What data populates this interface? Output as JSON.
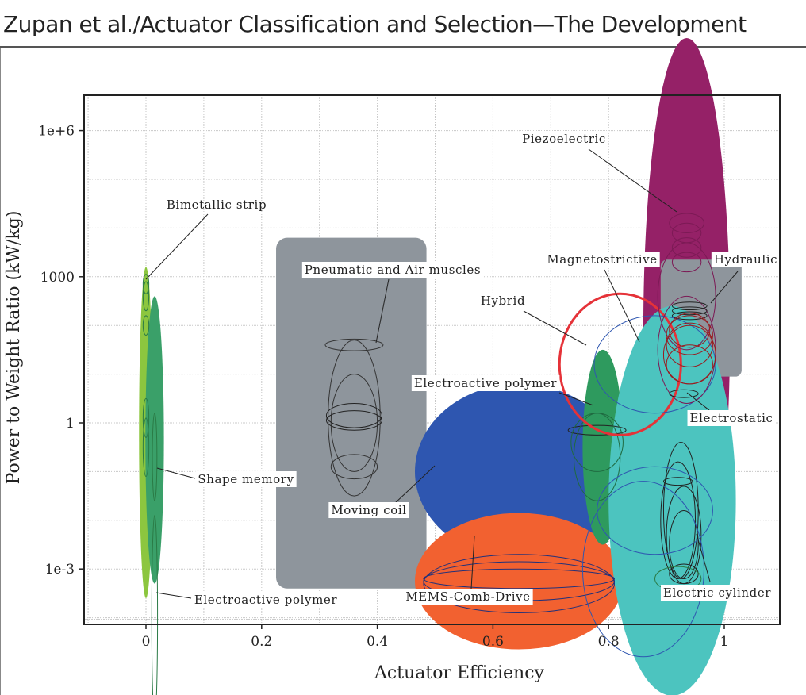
{
  "header": {
    "title": "Zupan et al./Actuator Classification and Selection—The Development"
  },
  "chart_data": {
    "type": "scatter",
    "title": "",
    "xlabel": "Actuator Efficiency",
    "ylabel": "Power to Weight Ratio (kW/kg)",
    "xlim": [
      -0.1,
      1.1
    ],
    "ylim_log10": [
      -4.1,
      5.7
    ],
    "yscale": "log",
    "grid": true,
    "x_ticks": [
      {
        "value": 0,
        "label": "0"
      },
      {
        "value": 0.2,
        "label": "0.2"
      },
      {
        "value": 0.4,
        "label": "0.4"
      },
      {
        "value": 0.6,
        "label": "0.6"
      },
      {
        "value": 0.8,
        "label": "0.8"
      },
      {
        "value": 1,
        "label": "1"
      }
    ],
    "y_ticks": [
      {
        "log10": -3,
        "label": "1e-3"
      },
      {
        "log10": 0,
        "label": "1"
      },
      {
        "log10": 3,
        "label": "1000"
      },
      {
        "log10": 6,
        "label": "1e+6"
      }
    ],
    "regions": [
      {
        "id": "bimetallic-region",
        "label_ref": "bimetallic",
        "shape": "ellipse",
        "cx": 0.0,
        "cy": -0.2,
        "rx": 0.012,
        "ry": 3.4,
        "fill": "#8cc63f"
      },
      {
        "id": "shape-memory-region",
        "label_ref": "shape_memory",
        "shape": "ellipse",
        "cx": 0.015,
        "cy": -0.35,
        "rx": 0.016,
        "ry": 2.95,
        "fill": "#3aa069"
      },
      {
        "id": "pneumatic-region",
        "label_ref": "pneumatic",
        "shape": "rect",
        "cx": 0.355,
        "cy": 0.2,
        "rx": 0.13,
        "ry": 3.6,
        "fill": "#8e959c",
        "radius": 14
      },
      {
        "id": "moving-coil-region",
        "label_ref": "moving_coil",
        "shape": "ellipse",
        "cx": 0.645,
        "cy": -1.0,
        "rx": 0.18,
        "ry": 1.8,
        "fill": "#2e56b0"
      },
      {
        "id": "mems-region",
        "label_ref": "mems",
        "shape": "ellipse",
        "cx": 0.645,
        "cy": -3.25,
        "rx": 0.18,
        "ry": 1.4,
        "fill": "#f26130"
      },
      {
        "id": "electroactive-polymer-region",
        "label_ref": "eap_mid",
        "shape": "ellipse",
        "cx": 0.79,
        "cy": -0.5,
        "rx": 0.035,
        "ry": 2.0,
        "fill": "#2e9a5e"
      },
      {
        "id": "piezoelectric-region",
        "label_ref": "piezoelectric",
        "shape": "ellipse",
        "cx": 0.935,
        "cy": 1.9,
        "rx": 0.075,
        "ry": 6.0,
        "fill": "#952167"
      },
      {
        "id": "hydraulic-region",
        "label_ref": "hydraulic",
        "shape": "rect",
        "cx": 0.96,
        "cy": 2.15,
        "rx": 0.07,
        "ry": 1.2,
        "fill": "#8e959c",
        "radius": 8
      },
      {
        "id": "electrostatic-region",
        "label_ref": "electrostatic",
        "shape": "ellipse",
        "cx": 0.91,
        "cy": -1.6,
        "rx": 0.11,
        "ry": 4.0,
        "fill": "#4cc4bf"
      }
    ],
    "outlines": [
      {
        "cx": 0.0,
        "cy": 2.85,
        "rx": 0.005,
        "ry": 0.2,
        "color": "#2a7a45"
      },
      {
        "cx": 0.0,
        "cy": 2.6,
        "rx": 0.005,
        "ry": 0.3,
        "color": "#2a7a45"
      },
      {
        "cx": 0.0,
        "cy": 2.0,
        "rx": 0.005,
        "ry": 0.2,
        "color": "#2a7a45"
      },
      {
        "cx": 0.0,
        "cy": 0.1,
        "rx": 0.005,
        "ry": 0.4,
        "color": "#2a7a45"
      },
      {
        "cx": 0.0,
        "cy": -0.5,
        "rx": 0.005,
        "ry": 0.6,
        "color": "#2a7a45"
      },
      {
        "cx": 0.015,
        "cy": -4.0,
        "rx": 0.005,
        "ry": 2.1,
        "color": "#2a7a45"
      },
      {
        "cx": 0.015,
        "cy": -0.7,
        "rx": 0.004,
        "ry": 0.9,
        "color": "#2a7a45"
      },
      {
        "cx": 0.36,
        "cy": 1.6,
        "rx": 0.05,
        "ry": 0.12,
        "color": "#333"
      },
      {
        "cx": 0.36,
        "cy": 0.1,
        "rx": 0.045,
        "ry": 1.6,
        "color": "#333"
      },
      {
        "cx": 0.36,
        "cy": 0.0,
        "rx": 0.04,
        "ry": 1.0,
        "color": "#333"
      },
      {
        "cx": 0.36,
        "cy": 0.05,
        "rx": 0.048,
        "ry": 0.2,
        "color": "#222"
      },
      {
        "cx": 0.36,
        "cy": 0.15,
        "rx": 0.048,
        "ry": 0.25,
        "color": "#222"
      },
      {
        "cx": 0.36,
        "cy": -0.9,
        "rx": 0.04,
        "ry": 0.25,
        "color": "#333"
      },
      {
        "cx": 0.645,
        "cy": -3.25,
        "rx": 0.165,
        "ry": 0.4,
        "color": "#22317a"
      },
      {
        "cx": 0.645,
        "cy": -3.3,
        "rx": 0.165,
        "ry": 0.6,
        "color": "#22317a"
      },
      {
        "cx": 0.645,
        "cy": -3.2,
        "rx": 0.165,
        "ry": 0.2,
        "color": "#22317a"
      },
      {
        "cx": 0.78,
        "cy": -0.15,
        "rx": 0.05,
        "ry": 0.1,
        "color": "#222"
      },
      {
        "cx": 0.78,
        "cy": -0.7,
        "rx": 0.04,
        "ry": 0.9,
        "color": "#1f6a40"
      },
      {
        "cx": 0.78,
        "cy": -0.4,
        "rx": 0.045,
        "ry": 0.6,
        "color": "#1f6a40"
      },
      {
        "cx": 0.82,
        "cy": 1.2,
        "rx": 0.105,
        "ry": 1.45,
        "color": "#e53238",
        "width": 3
      },
      {
        "cx": 0.88,
        "cy": 1.2,
        "rx": 0.105,
        "ry": 1.0,
        "color": "#2e56b0"
      },
      {
        "cx": 0.935,
        "cy": 4.1,
        "rx": 0.03,
        "ry": 0.2,
        "color": "#7c1a55"
      },
      {
        "cx": 0.935,
        "cy": 3.9,
        "rx": 0.025,
        "ry": 0.2,
        "color": "#7c1a55"
      },
      {
        "cx": 0.935,
        "cy": 3.6,
        "rx": 0.025,
        "ry": 0.2,
        "color": "#7c1a55"
      },
      {
        "cx": 0.935,
        "cy": 3.3,
        "rx": 0.025,
        "ry": 0.2,
        "color": "#7c1a55"
      },
      {
        "cx": 0.935,
        "cy": 2.6,
        "rx": 0.05,
        "ry": 1.1,
        "color": "#7c1a55"
      },
      {
        "cx": 0.935,
        "cy": 1.5,
        "rx": 0.05,
        "ry": 1.1,
        "color": "#7c1a55"
      },
      {
        "cx": 0.94,
        "cy": 2.4,
        "rx": 0.03,
        "ry": 0.08,
        "color": "#222"
      },
      {
        "cx": 0.94,
        "cy": 2.3,
        "rx": 0.03,
        "ry": 0.08,
        "color": "#222"
      },
      {
        "cx": 0.94,
        "cy": 2.2,
        "rx": 0.03,
        "ry": 0.08,
        "color": "#222"
      },
      {
        "cx": 0.94,
        "cy": 1.8,
        "rx": 0.04,
        "ry": 0.4,
        "color": "#9a1b1f"
      },
      {
        "cx": 0.94,
        "cy": 1.6,
        "rx": 0.04,
        "ry": 0.45,
        "color": "#9a1b1f"
      },
      {
        "cx": 0.94,
        "cy": 1.4,
        "rx": 0.045,
        "ry": 0.6,
        "color": "#9a1b1f"
      },
      {
        "cx": 0.94,
        "cy": 1.2,
        "rx": 0.04,
        "ry": 0.4,
        "color": "#9a1b1f"
      },
      {
        "cx": 0.94,
        "cy": 1.9,
        "rx": 0.035,
        "ry": 0.35,
        "color": "#9a1b1f"
      },
      {
        "cx": 0.93,
        "cy": 0.6,
        "rx": 0.025,
        "ry": 0.08,
        "color": "#222"
      },
      {
        "cx": 0.92,
        "cy": -1.2,
        "rx": 0.025,
        "ry": 0.08,
        "color": "#222"
      },
      {
        "cx": 0.92,
        "cy": -2.0,
        "rx": 0.03,
        "ry": 1.2,
        "color": "#222"
      },
      {
        "cx": 0.93,
        "cy": -2.3,
        "rx": 0.03,
        "ry": 1.0,
        "color": "#222"
      },
      {
        "cx": 0.925,
        "cy": -1.8,
        "rx": 0.03,
        "ry": 1.4,
        "color": "#222"
      },
      {
        "cx": 0.93,
        "cy": -2.5,
        "rx": 0.025,
        "ry": 0.7,
        "color": "#222"
      },
      {
        "cx": 0.93,
        "cy": -3.1,
        "rx": 0.025,
        "ry": 0.2,
        "color": "#222"
      },
      {
        "cx": 0.88,
        "cy": -1.8,
        "rx": 0.1,
        "ry": 0.9,
        "color": "#2e56b0"
      },
      {
        "cx": 0.86,
        "cy": -3.0,
        "rx": 0.105,
        "ry": 1.8,
        "color": "#2e56b0"
      },
      {
        "cx": 0.92,
        "cy": -3.2,
        "rx": 0.04,
        "ry": 0.25,
        "color": "#2a7a45"
      }
    ],
    "labels": {
      "bimetallic": {
        "text": "Bimetallic strip",
        "boxed": false
      },
      "shape_memory": {
        "text": "Shape memory",
        "boxed": true
      },
      "eap_bottom": {
        "text": "Electroactive polymer",
        "boxed": true
      },
      "pneumatic": {
        "text": "Pneumatic and Air muscles",
        "boxed": true
      },
      "moving_coil": {
        "text": "Moving coil",
        "boxed": true
      },
      "mems": {
        "text": "MEMS-Comb-Drive",
        "boxed": true
      },
      "eap_mid": {
        "text": "Electroactive polymer",
        "boxed": true
      },
      "hybrid": {
        "text": "Hybrid",
        "boxed": true
      },
      "magnetostrictive": {
        "text": "Magnetostrictive",
        "boxed": true
      },
      "hydraulic": {
        "text": "Hydraulic",
        "boxed": true
      },
      "piezoelectric": {
        "text": "Piezoelectric",
        "boxed": true
      },
      "electrostatic": {
        "text": "Electrostatic",
        "boxed": true
      },
      "electric_cylinder": {
        "text": "Electric cylinder",
        "boxed": true
      }
    }
  }
}
